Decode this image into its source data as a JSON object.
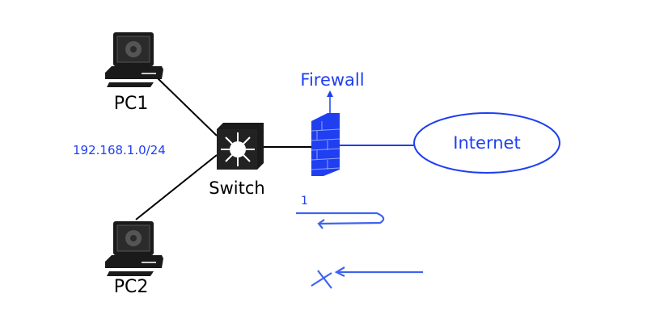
{
  "nodes": {
    "pc1": {
      "label": "PC1"
    },
    "pc2": {
      "label": "PC2"
    },
    "switch": {
      "label": "Switch"
    },
    "firewall": {
      "label": "Firewall"
    },
    "internet": {
      "label": "Internet"
    }
  },
  "subnet_label": "192.168.1.0/24",
  "flow": {
    "step_label": "1"
  },
  "colors": {
    "accent": "#1f3ff0",
    "line": "#000000",
    "flow": "#3f63f0"
  }
}
